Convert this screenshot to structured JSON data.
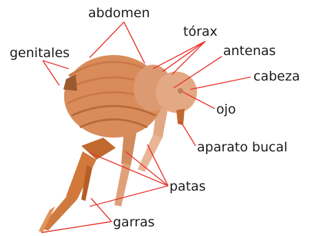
{
  "labels": {
    "abdomen": "abdomen",
    "torax": "tórax",
    "genitales": "genitales",
    "antenas": "antenas",
    "cabeza": "cabeza",
    "ojo": "ojo",
    "aparato_bucal": "aparato bucal",
    "patas": "patas",
    "garras": "garras"
  },
  "colors": {
    "leader_line": "#e8312a",
    "body_main": "#d98c5a",
    "body_dark": "#b86a3a",
    "head": "#e3a985",
    "leg_dark": "#c06a30"
  }
}
